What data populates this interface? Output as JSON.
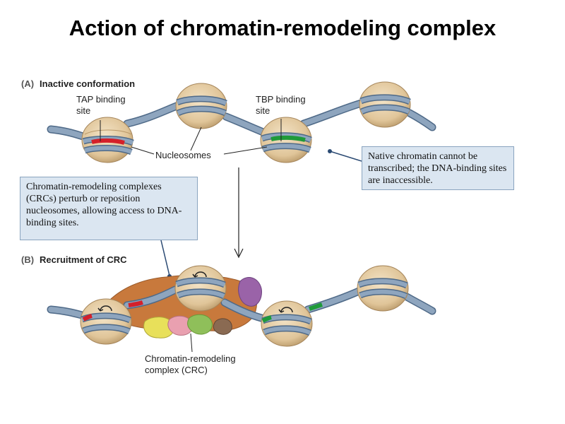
{
  "title": "Action of chromatin-remodeling complex",
  "panel_a": {
    "letter": "(A)",
    "label": "Inactive conformation",
    "tap_label": "TAP binding\nsite",
    "tbp_label": "TBP binding\nsite",
    "nucleosomes_label": "Nucleosomes",
    "note": "Native chromatin cannot be transcribed; the DNA-binding sites are inaccessible."
  },
  "left_note": "Chromatin-remodeling complexes (CRCs) perturb or reposition nucleosomes, allowing access to DNA-binding sites.",
  "panel_b": {
    "letter": "(B)",
    "label": "Recruitment of CRC",
    "crc_label": "Chromatin-remodeling\ncomplex (CRC)"
  },
  "colors": {
    "dna": "#7d95b0",
    "dna_dark": "#4f6a88",
    "histone": "#e2c9a3",
    "histone_dark": "#b89868",
    "tap_site": "#d4202a",
    "tbp_site": "#1f9a3a",
    "crc_orange": "#c8793c",
    "crc_purple": "#9a63a8",
    "crc_yellow": "#e8e05a",
    "crc_pink": "#e9a0b0",
    "crc_green": "#8fbf5a",
    "crc_brown": "#8a6a52",
    "note_bg": "#dbe6f1"
  }
}
